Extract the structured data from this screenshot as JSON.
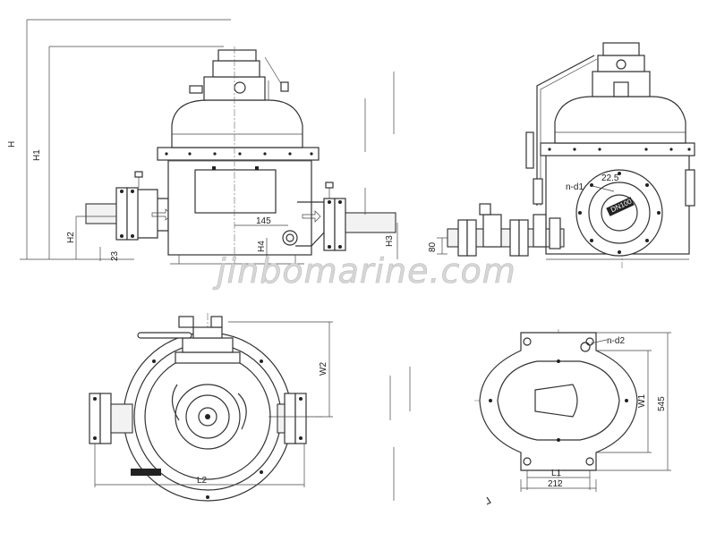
{
  "watermark": "jinbomarine.com",
  "dimensions": {
    "front_view": {
      "H": "H",
      "H1": "H1",
      "H2": "H2",
      "H3": "H3",
      "H4": "H4",
      "d145": "145",
      "d23": "23"
    },
    "side_view": {
      "d80": "80",
      "angle": "22.5",
      "hole": "n-d1",
      "flange": "DN100"
    },
    "top_view": {
      "L2": "L2",
      "W2": "W2"
    },
    "base_view": {
      "hole": "n-d2",
      "W1": "W1",
      "d545": "545",
      "L1": "L1",
      "d212": "212"
    }
  },
  "colors": {
    "line": "#333333",
    "watermark": "#d7d7d7",
    "legend_bar": "#222222"
  }
}
